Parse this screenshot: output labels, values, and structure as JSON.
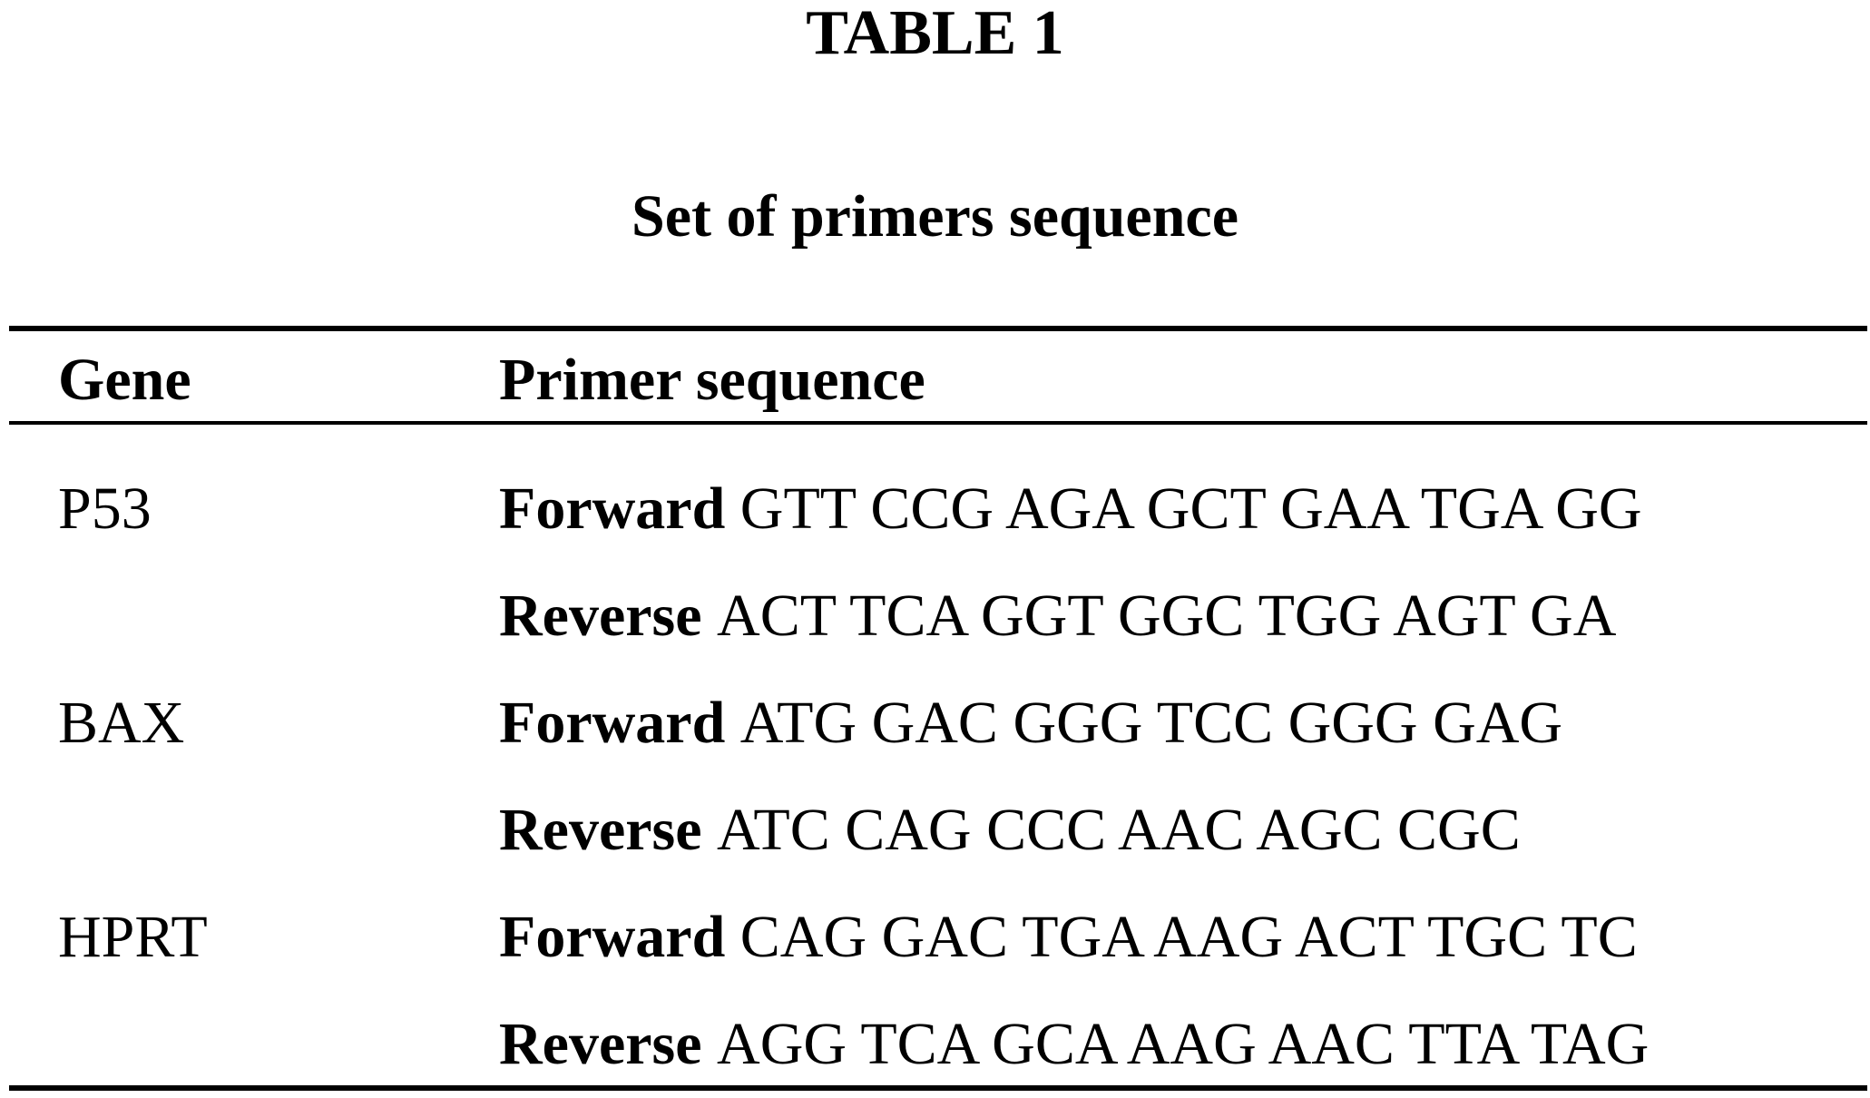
{
  "title": "TABLE 1",
  "subtitle": "Set of primers sequence",
  "headers": {
    "gene": "Gene",
    "sequence": "Primer sequence"
  },
  "rows": [
    {
      "gene": "P53",
      "direction": "Forward",
      "sequence": "GTT CCG AGA GCT GAA TGA GG"
    },
    {
      "gene": "",
      "direction": "Reverse",
      "sequence": "ACT TCA GGT GGC TGG AGT GA"
    },
    {
      "gene": "BAX",
      "direction": "Forward",
      "sequence": "ATG GAC GGG TCC GGG GAG"
    },
    {
      "gene": "",
      "direction": "Reverse",
      "sequence": "ATC CAG CCC AAC AGC CGC"
    },
    {
      "gene": "HPRT",
      "direction": "Forward",
      "sequence": "CAG GAC TGA AAG ACT TGC TC"
    },
    {
      "gene": "",
      "direction": "Reverse",
      "sequence": "AGG TCA GCA AAG AAC TTA TAG"
    }
  ]
}
